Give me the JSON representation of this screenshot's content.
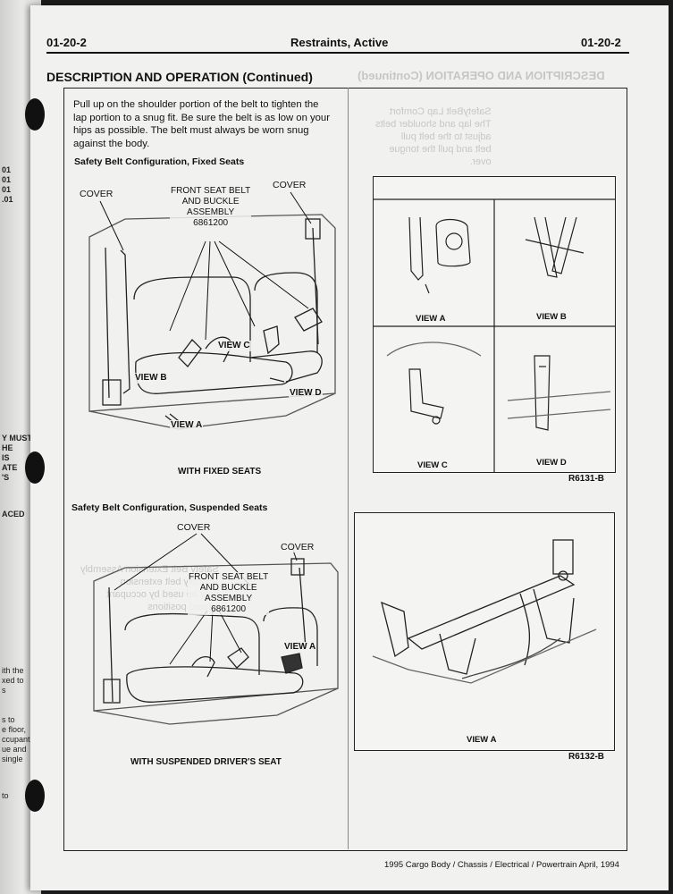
{
  "header": {
    "left_code": "01-20-2",
    "title": "Restraints, Active",
    "right_code": "01-20-2"
  },
  "section": {
    "title": "DESCRIPTION AND OPERATION (Continued)"
  },
  "intro_paragraph": "Pull up on the shoulder portion of the belt to tighten the lap portion to a snug fit. Be sure the belt is as low on your hips as possible. The belt must always be worn snug against the body.",
  "figure_fixed": {
    "caption": "Safety Belt Configuration, Fixed Seats",
    "labels": {
      "cover_left": "COVER",
      "cover_right": "COVER",
      "assembly": "FRONT SEAT BELT\nAND BUCKLE\nASSEMBLY\n6861200",
      "view_a": "VIEW A",
      "view_b": "VIEW B",
      "view_c": "VIEW C",
      "view_d": "VIEW D"
    },
    "subcaption": "WITH FIXED SEATS"
  },
  "figure_suspended": {
    "caption": "Safety Belt Configuration, Suspended Seats",
    "labels": {
      "cover_top": "COVER",
      "cover_right": "COVER",
      "assembly": "FRONT SEAT BELT\nAND BUCKLE\nASSEMBLY\n6861200",
      "view_a": "VIEW A"
    },
    "subcaption": "WITH SUSPENDED DRIVER'S SEAT"
  },
  "views_figure": {
    "captions": [
      "VIEW A",
      "VIEW B",
      "VIEW C",
      "VIEW D"
    ],
    "reference": "R6131-B"
  },
  "view_a_figure": {
    "caption": "VIEW A",
    "reference": "R6132-B"
  },
  "footer": {
    "text": "1995 Cargo Body / Chassis / Electrical / Powertrain April, 1994"
  }
}
